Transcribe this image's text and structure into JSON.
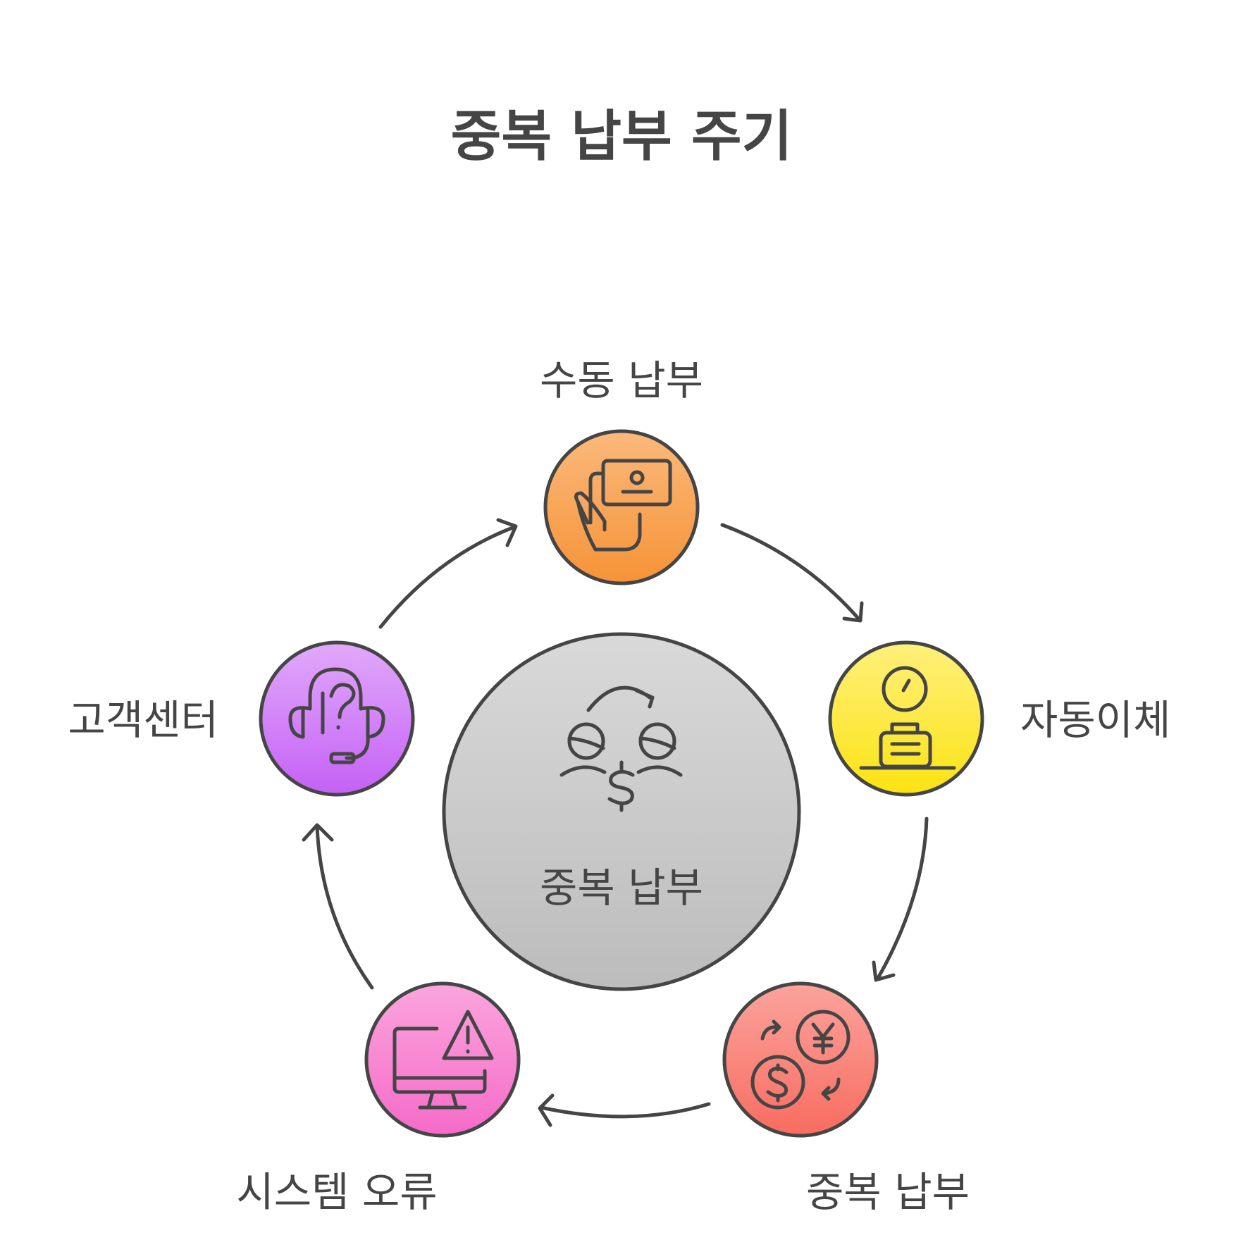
{
  "diagram": {
    "title": "중복 납부 주기",
    "center": {
      "label": "중복 납부",
      "icon": "people-money-exchange-icon",
      "color_top": "#d9d9d9",
      "color_bottom": "#bcbcbc"
    },
    "nodes": [
      {
        "id": "manual",
        "label": "수동 납부",
        "icon": "hand-card-payment-icon",
        "color_top": "#fbb97c",
        "color_bottom": "#f69337"
      },
      {
        "id": "auto",
        "label": "자동이체",
        "icon": "clock-briefcase-icon",
        "color_top": "#fff07c",
        "color_bottom": "#fbe312"
      },
      {
        "id": "duplicate",
        "label": "중복 납부",
        "icon": "currency-exchange-icon",
        "color_top": "#fba39c",
        "color_bottom": "#f86c60"
      },
      {
        "id": "error",
        "label": "시스템 오류",
        "icon": "monitor-warning-icon",
        "color_top": "#fba5dd",
        "color_bottom": "#f56bc8"
      },
      {
        "id": "support",
        "label": "고객센터",
        "icon": "headset-question-icon",
        "color_top": "#e1a9fb",
        "color_bottom": "#c561f6"
      }
    ],
    "cycle_order": [
      "manual",
      "auto",
      "duplicate",
      "error",
      "support"
    ]
  }
}
